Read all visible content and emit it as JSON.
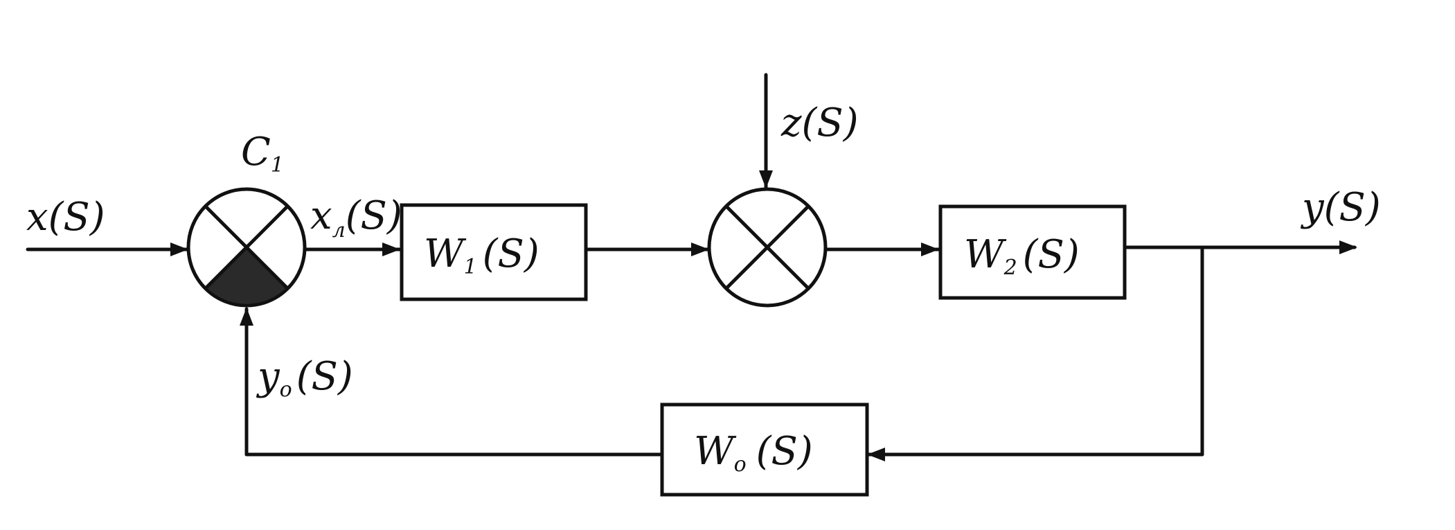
{
  "labels": {
    "input": "x(S)",
    "error_main": "x",
    "error_sub": "л",
    "error_tail": "(S)",
    "comparator": "C",
    "comparator_sub": "1",
    "disturbance": "z(S)",
    "output": "y(S)",
    "feedback_main": "y",
    "feedback_sub": "o",
    "feedback_tail": "(S)"
  },
  "blocks": {
    "w1_main": "W",
    "w1_sub": "1",
    "w1_tail": "(S)",
    "w2_main": "W",
    "w2_sub": "2",
    "w2_tail": "(S)",
    "w0_main": "W",
    "w0_sub": "o",
    "w0_tail": "(S)"
  },
  "colors": {
    "ink": "#111111",
    "background": "#ffffff"
  }
}
